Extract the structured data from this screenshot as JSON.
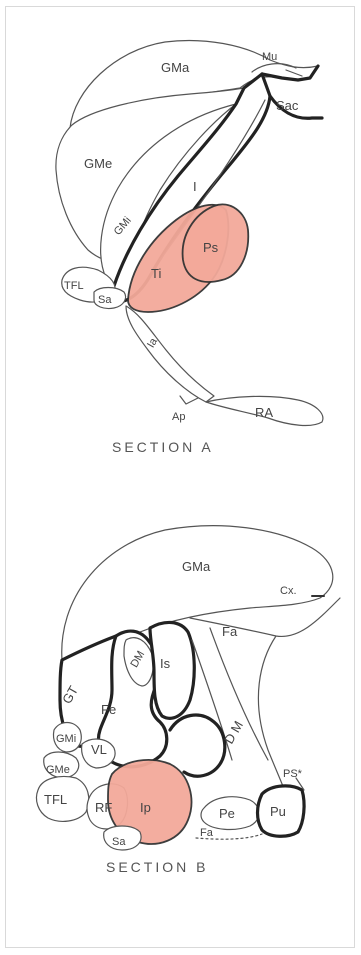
{
  "section_a": {
    "caption": "SECTION A",
    "labels": {
      "gma": "GMa",
      "mu": "Mu",
      "sac": "Sac",
      "gme": "GMe",
      "gmi": "GMi",
      "i": "I",
      "ps": "Ps",
      "ti": "Ti",
      "tfl": "TFL",
      "sa": "Sa",
      "ia": "Ia",
      "ap": "Ap",
      "ra": "RA"
    }
  },
  "section_b": {
    "caption": "SECTION B",
    "labels": {
      "gma": "GMa",
      "cx": "Cx.",
      "fa_top": "Fa",
      "is": "Is",
      "dm_small": "DM",
      "gt": "GT",
      "fe": "Fe",
      "dm_large": "D M",
      "gmi": "GMi",
      "vl": "VL",
      "gme": "GMe",
      "tfl": "TFL",
      "rf": "RF",
      "ip": "Ip",
      "pe": "Pe",
      "pu": "Pu",
      "ps_star": "PS*",
      "fa_bottom": "Fa",
      "sa": "Sa"
    }
  },
  "colors": {
    "highlight": "#f3a99a",
    "outline": "#333333"
  }
}
